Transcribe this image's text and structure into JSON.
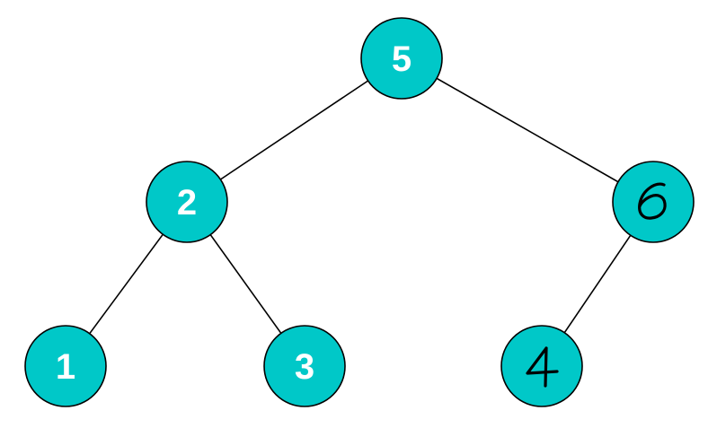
{
  "colors": {
    "node_fill": "#00C8C8",
    "node_text": "#FFFFFF",
    "edge": "#000000",
    "handwriting": "#000000"
  },
  "tree": {
    "nodes": [
      {
        "id": "n5",
        "label": "5",
        "parent": null,
        "overwritten_by": null
      },
      {
        "id": "n2",
        "label": "2",
        "parent": "n5",
        "overwritten_by": null
      },
      {
        "id": "n6",
        "label": "",
        "parent": "n5",
        "overwritten_by": "6"
      },
      {
        "id": "n1",
        "label": "1",
        "parent": "n2",
        "overwritten_by": null
      },
      {
        "id": "n3",
        "label": "3",
        "parent": "n2",
        "overwritten_by": null
      },
      {
        "id": "n4",
        "label": "",
        "parent": "n6",
        "overwritten_by": "4"
      }
    ]
  }
}
